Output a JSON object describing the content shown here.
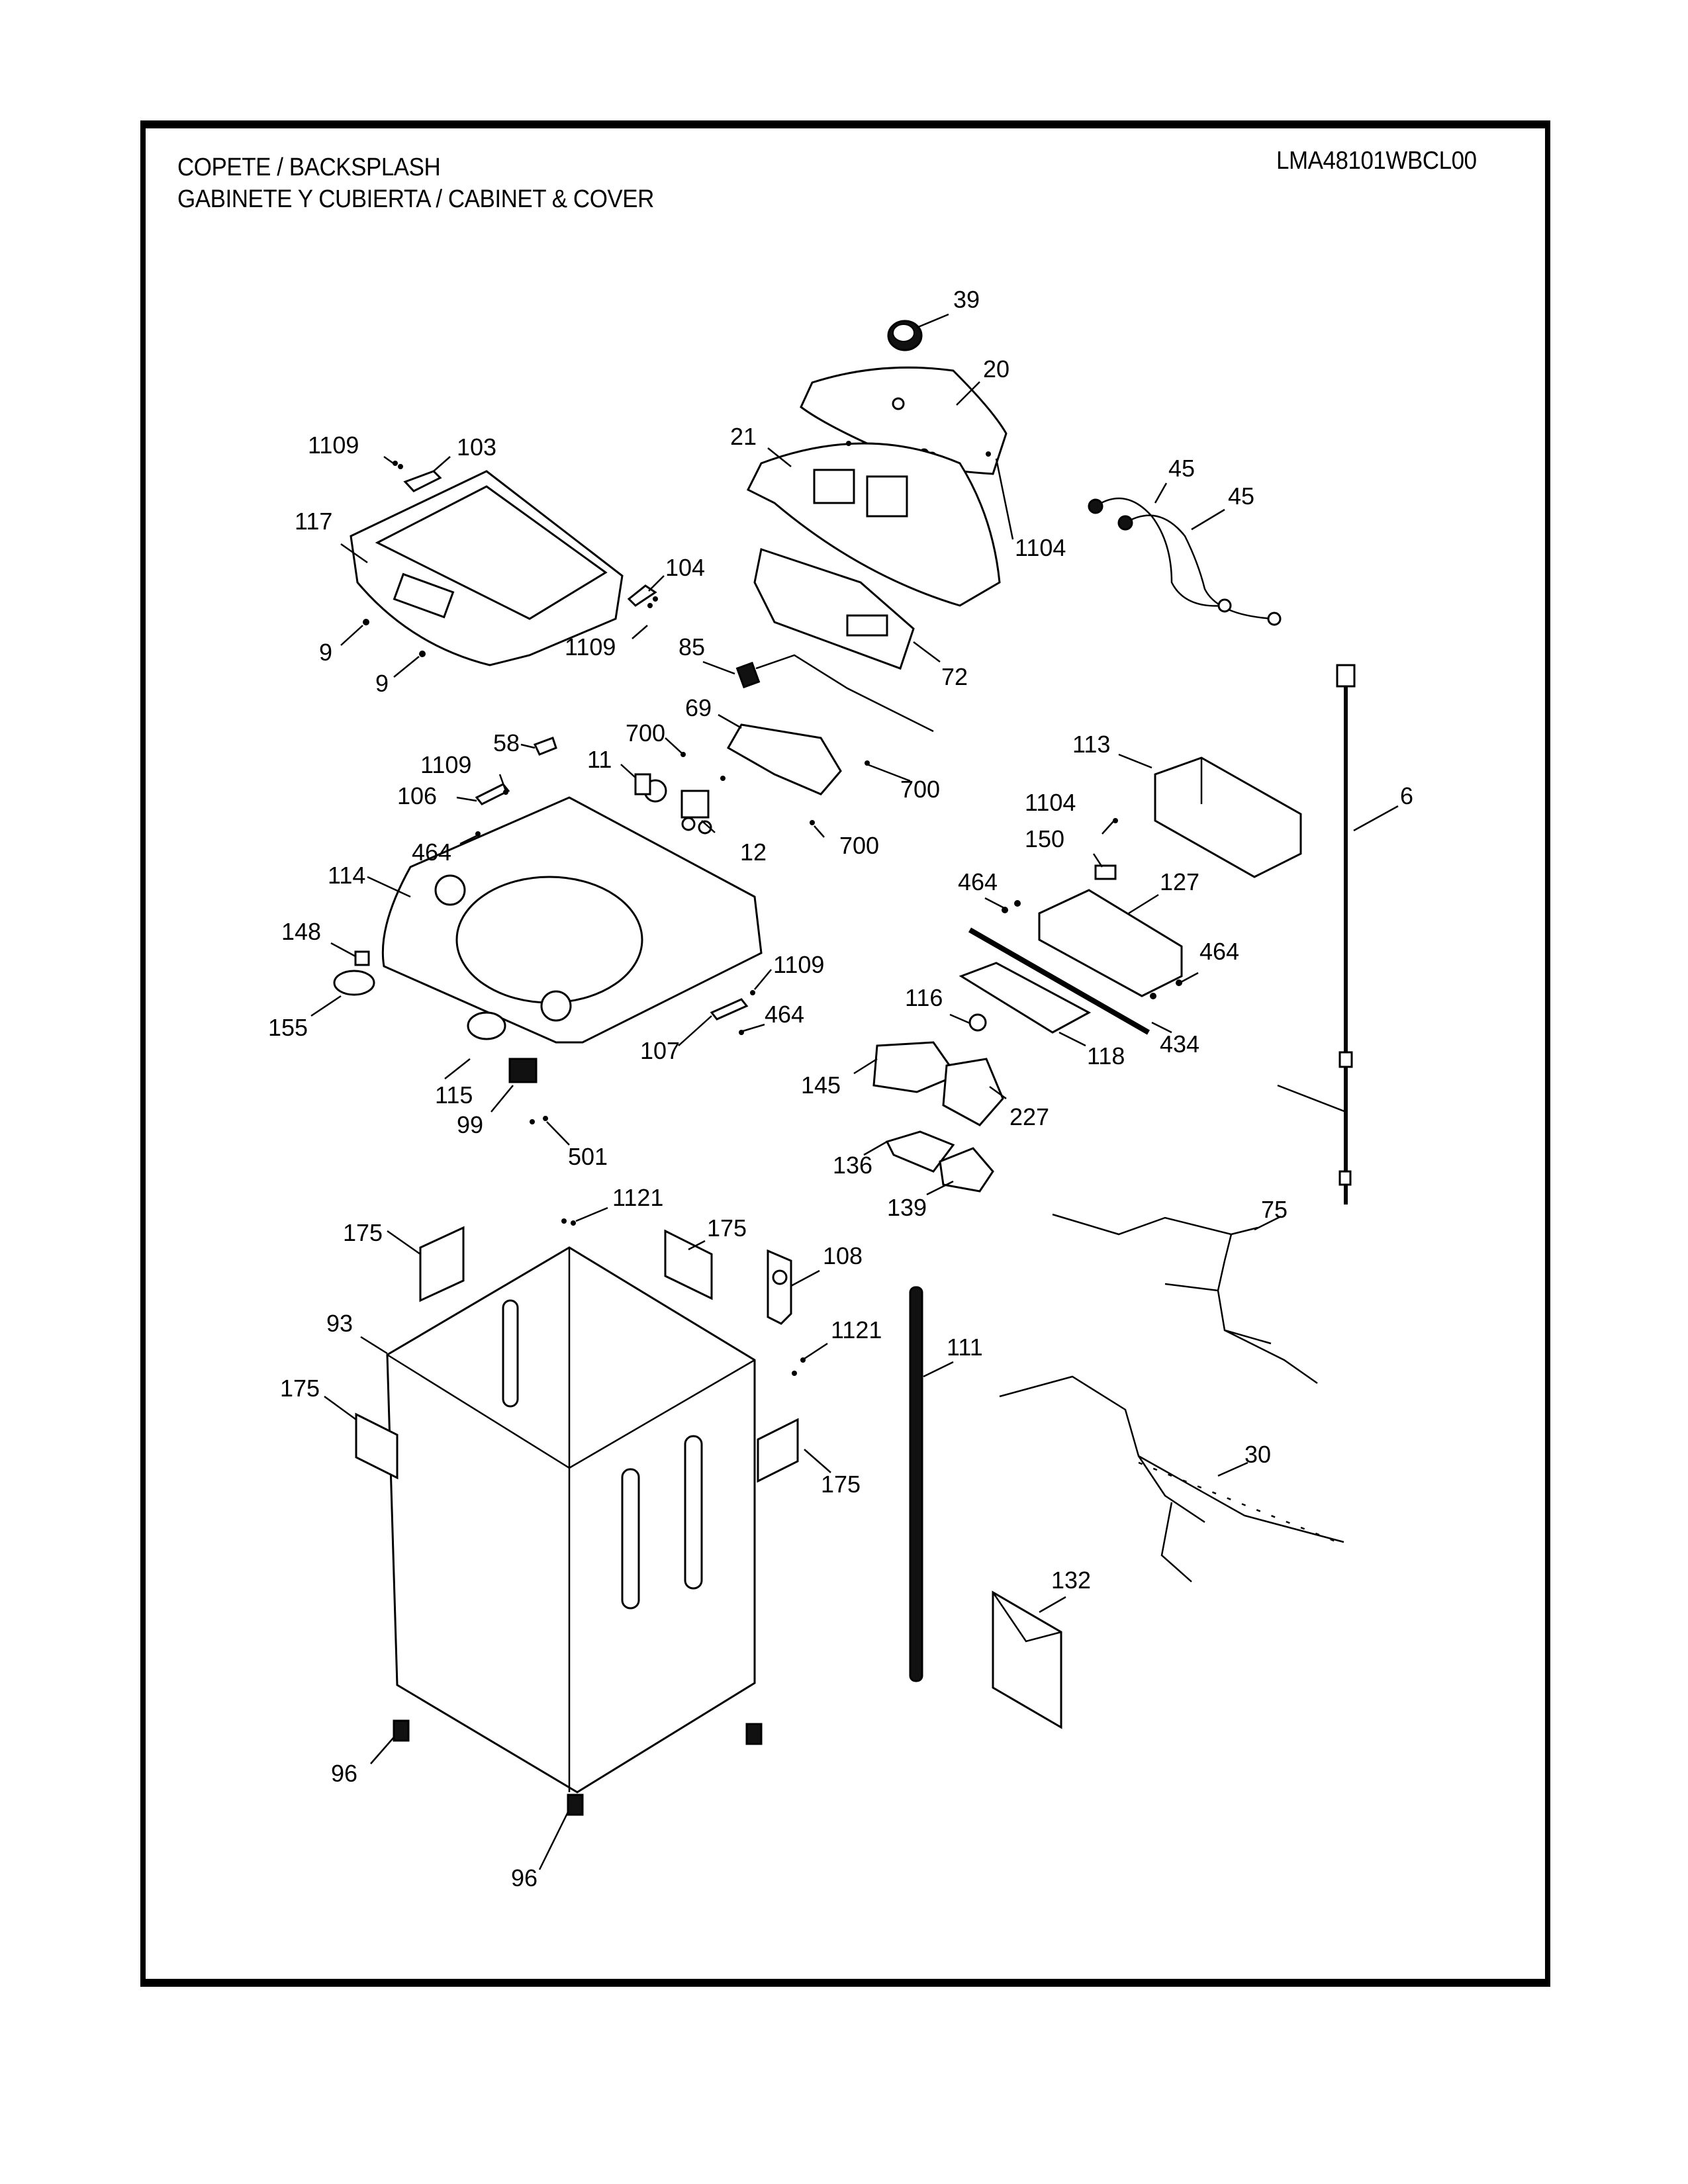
{
  "header": {
    "title_line1": "COPETE / BACKSPLASH",
    "title_line2": "GABINETE Y CUBIERTA / CABINET & COVER",
    "model_number": "LMA48101WBCL00"
  },
  "callouts": [
    {
      "id": "c39",
      "label": "39"
    },
    {
      "id": "c20",
      "label": "20"
    },
    {
      "id": "c21",
      "label": "21"
    },
    {
      "id": "c1104a",
      "label": "1104"
    },
    {
      "id": "c45a",
      "label": "45"
    },
    {
      "id": "c45b",
      "label": "45"
    },
    {
      "id": "c1109a",
      "label": "1109"
    },
    {
      "id": "c103",
      "label": "103"
    },
    {
      "id": "c117",
      "label": "117"
    },
    {
      "id": "c104",
      "label": "104"
    },
    {
      "id": "c9a",
      "label": "9"
    },
    {
      "id": "c9b",
      "label": "9"
    },
    {
      "id": "c1109b",
      "label": "1109"
    },
    {
      "id": "c85",
      "label": "85"
    },
    {
      "id": "c72",
      "label": "72"
    },
    {
      "id": "c69",
      "label": "69"
    },
    {
      "id": "c700a",
      "label": "700"
    },
    {
      "id": "c700b",
      "label": "700"
    },
    {
      "id": "c700c",
      "label": "700"
    },
    {
      "id": "c58",
      "label": "58"
    },
    {
      "id": "c1109c",
      "label": "1109"
    },
    {
      "id": "c11",
      "label": "11"
    },
    {
      "id": "c106",
      "label": "106"
    },
    {
      "id": "c12",
      "label": "12"
    },
    {
      "id": "c464a",
      "label": "464"
    },
    {
      "id": "c114",
      "label": "114"
    },
    {
      "id": "c148",
      "label": "148"
    },
    {
      "id": "c155",
      "label": "155"
    },
    {
      "id": "c1109d",
      "label": "1109"
    },
    {
      "id": "c464b",
      "label": "464"
    },
    {
      "id": "c107",
      "label": "107"
    },
    {
      "id": "c115",
      "label": "115"
    },
    {
      "id": "c99",
      "label": "99"
    },
    {
      "id": "c501",
      "label": "501"
    },
    {
      "id": "c113",
      "label": "113"
    },
    {
      "id": "c1104b",
      "label": "1104"
    },
    {
      "id": "c150",
      "label": "150"
    },
    {
      "id": "c464c",
      "label": "464"
    },
    {
      "id": "c127",
      "label": "127"
    },
    {
      "id": "c464d",
      "label": "464"
    },
    {
      "id": "c6",
      "label": "6"
    },
    {
      "id": "c116",
      "label": "116"
    },
    {
      "id": "c118",
      "label": "118"
    },
    {
      "id": "c434",
      "label": "434"
    },
    {
      "id": "c145",
      "label": "145"
    },
    {
      "id": "c227",
      "label": "227"
    },
    {
      "id": "c136",
      "label": "136"
    },
    {
      "id": "c139",
      "label": "139"
    },
    {
      "id": "c1121a",
      "label": "1121"
    },
    {
      "id": "c175a",
      "label": "175"
    },
    {
      "id": "c175b",
      "label": "175"
    },
    {
      "id": "c108",
      "label": "108"
    },
    {
      "id": "c93",
      "label": "93"
    },
    {
      "id": "c1121b",
      "label": "1121"
    },
    {
      "id": "c111",
      "label": "111"
    },
    {
      "id": "c175c",
      "label": "175"
    },
    {
      "id": "c175d",
      "label": "175"
    },
    {
      "id": "c75",
      "label": "75"
    },
    {
      "id": "c30",
      "label": "30"
    },
    {
      "id": "c132",
      "label": "132"
    },
    {
      "id": "c96a",
      "label": "96"
    },
    {
      "id": "c96b",
      "label": "96"
    }
  ]
}
